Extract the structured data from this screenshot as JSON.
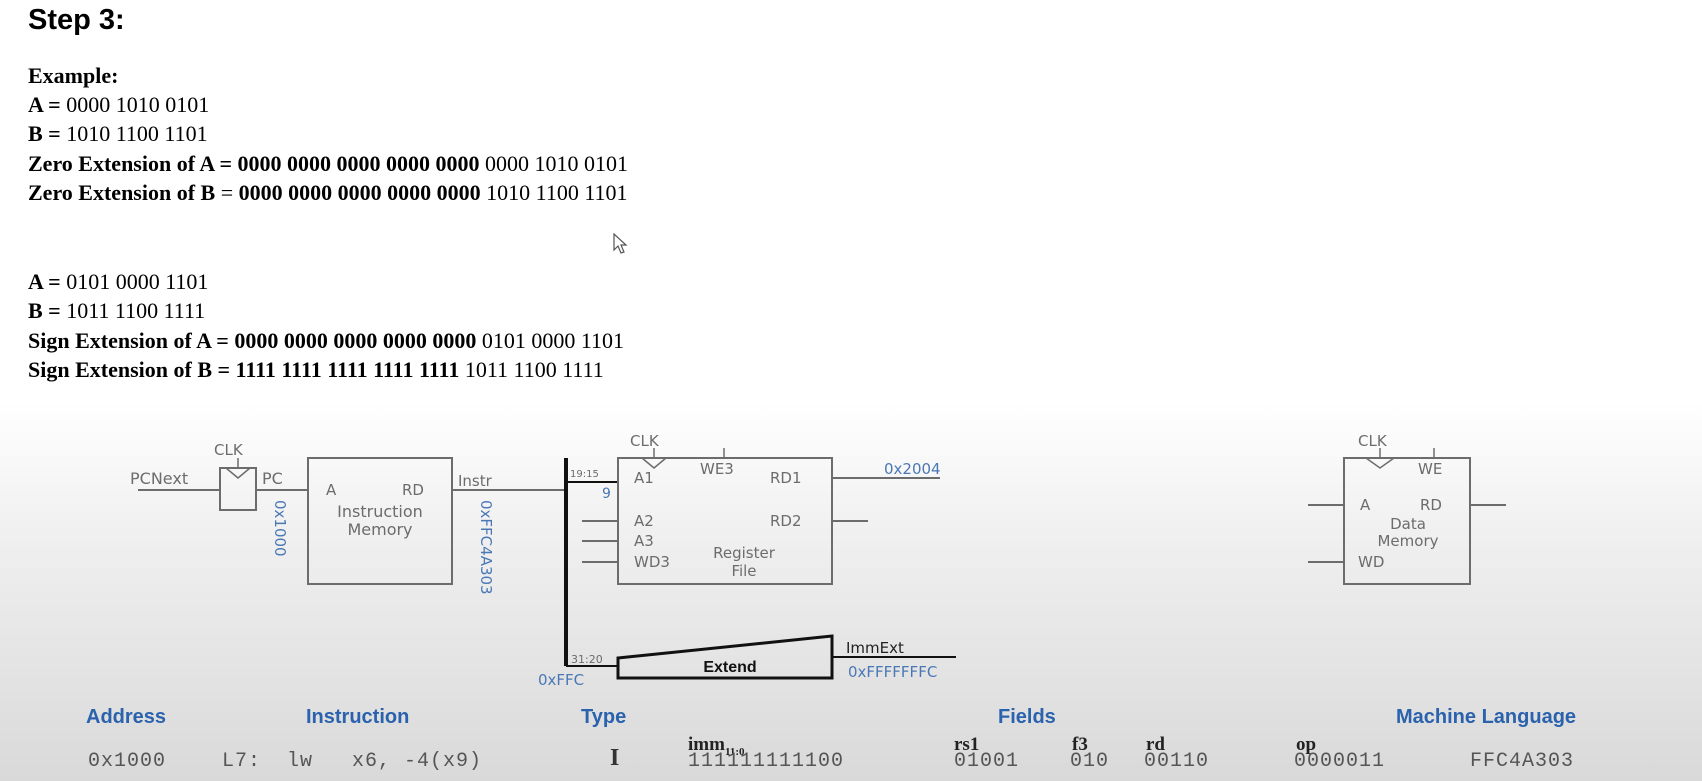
{
  "step_title": "Step 3:",
  "example_label": "Example:",
  "zero": {
    "a_label": "A =",
    "a_value": " 0000 1010 0101",
    "b_label": "B =",
    "b_value": " 1010 1100 1101",
    "zext_a_label": "Zero Extension of A = 0000 0000 0000 0000 0000",
    "zext_a_value": " 0000 1010 0101",
    "zext_b_label": "Zero Extension of B",
    "zext_b_eq": " = ",
    "zext_b_bits": "0000 0000 0000 0000 0000",
    "zext_b_value": " 1010 1100 1101"
  },
  "sign": {
    "a_label": "A =",
    "a_value": " 0101 0000 1101",
    "b_label": "B =",
    "b_value": " 1011 1100 1111",
    "sext_a_label": "Sign Extension of A = 0000 0000 0000 0000 0000",
    "sext_a_value": " 0101 0000 1101",
    "sext_b_label": "Sign Extension of B = 1111 1111 1111 1111 1111",
    "sext_b_value": " 1011 1100 1111"
  },
  "diagram": {
    "clk": "CLK",
    "pcnext": "PCNext",
    "pc": "PC",
    "pc_value": "0x1000",
    "imem_a": "A",
    "imem_rd": "RD",
    "imem_name_1": "Instruction",
    "imem_name_2": "Memory",
    "instr": "Instr",
    "instr_value": "0xFFC4A303",
    "rf_bits_1915": "19:15",
    "rf_a1_value": "9",
    "rf_we3": "WE3",
    "rf_a1": "A1",
    "rf_rd1": "RD1",
    "rf_a2": "A2",
    "rf_rd2": "RD2",
    "rf_a3": "A3",
    "rf_wd3": "WD3",
    "rf_name_1": "Register",
    "rf_name_2": "File",
    "rd1_value": "0x2004",
    "ext_bits_3120": "31:20",
    "ext_in_value": "0xFFC",
    "extend": "Extend",
    "immext": "ImmExt",
    "immext_value": "0xFFFFFFFC",
    "dm_we": "WE",
    "dm_a": "A",
    "dm_rd": "RD",
    "dm_wd": "WD",
    "dm_name_1": "Data",
    "dm_name_2": "Memory"
  },
  "table": {
    "headers": {
      "address": "Address",
      "instruction": "Instruction",
      "type": "Type",
      "fields": "Fields",
      "machine": "Machine Language"
    },
    "field_headers": {
      "imm": "imm",
      "imm_sub": "11:0",
      "rs1": "rs1",
      "f3": "f3",
      "rd": "rd",
      "op": "op"
    },
    "row": {
      "address": "0x1000",
      "instruction": "L7:  lw   x6, -4(x9)",
      "type": "I",
      "imm": "111111111100",
      "rs1": "01001",
      "f3": "010",
      "rd": "00110",
      "op": "0000011",
      "machine": "FFC4A303"
    }
  },
  "colors": {
    "diagram_gray": "#6c6c6c",
    "value_blue": "#4a78b5",
    "header_blue": "#2a62ad"
  }
}
